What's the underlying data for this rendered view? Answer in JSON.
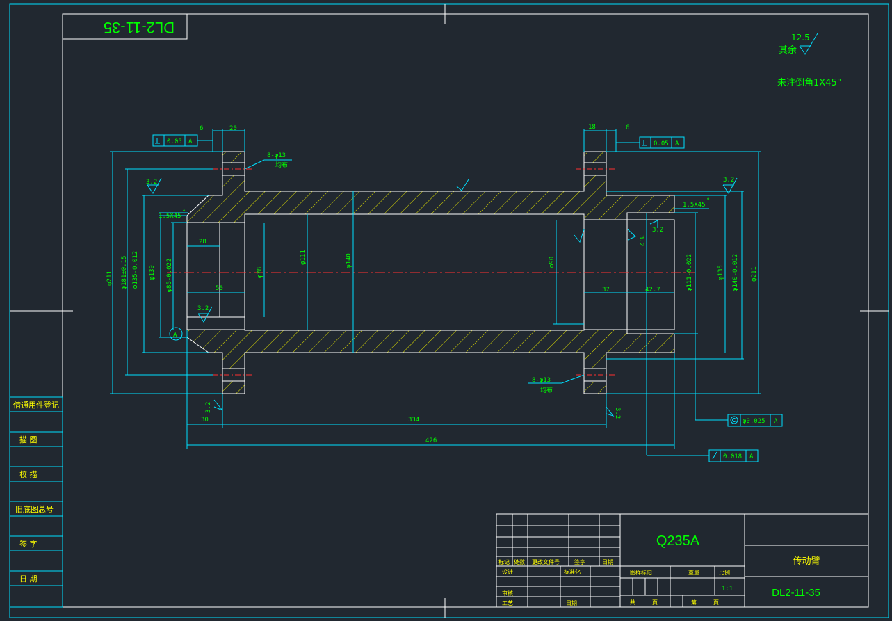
{
  "title_block": {
    "material": "Q235A",
    "part_name": "传动臂",
    "drawing_no": "DL2-11-35",
    "mirror_no": "DL2-11-35",
    "scale": "1:1",
    "headers": {
      "mark": "标记",
      "count": "处数",
      "change_doc": "更改文件号",
      "signature": "签字",
      "date": "日期",
      "design": "设计",
      "standardize": "标准化",
      "check": "审核",
      "process": "工艺",
      "date2": "日期",
      "stage_mark": "图样标记",
      "weight": "重量",
      "scale_label": "比例",
      "total": "共",
      "page": "页",
      "page_no": "第",
      "page2": "页"
    }
  },
  "side_panel": {
    "items": [
      "借通用件登记",
      "描 图",
      "校 描",
      "旧底图总号",
      "签 字",
      "日 期"
    ]
  },
  "notes": {
    "roughness_note": "其余",
    "roughness_value": "12.5",
    "chamfer_note": "未注倒角1X45°"
  },
  "dims": {
    "d6_left": "6",
    "d20_left": "20",
    "d18_right": "18",
    "d6_right": "6",
    "tol_left": "0.05",
    "tol_left_ref": "A",
    "tol_right": "0.05",
    "tol_right_ref": "A",
    "holes_left": "8-φ13",
    "holes_left_sub": "均布",
    "holes_right": "8-φ13",
    "holes_right_sub": "均布",
    "rough_32": "3.2",
    "chamfer_left": "1.5X45",
    "chamfer_right": "1.5X45",
    "deg": "°",
    "d28": "28",
    "d50": "50",
    "d37": "37",
    "d427": "42.7",
    "d211_left": "φ211",
    "d181": "φ181±0.15",
    "d135_left": "φ135-0.012",
    "d130": "φ130",
    "d85": "φ85-0.022",
    "d78": "φ78",
    "d111": "φ111",
    "d140": "φ140",
    "d90": "φ90",
    "d111_right": "φ111-0.022",
    "d135_right": "φ135",
    "d140_right": "φ140-0.012",
    "d211_right": "φ211",
    "d30": "30",
    "d334": "334",
    "d426": "426",
    "datum": "A",
    "conc_tol": "φ0.025",
    "conc_ref": "A",
    "runout_tol": "0.018",
    "runout_ref": "A"
  }
}
